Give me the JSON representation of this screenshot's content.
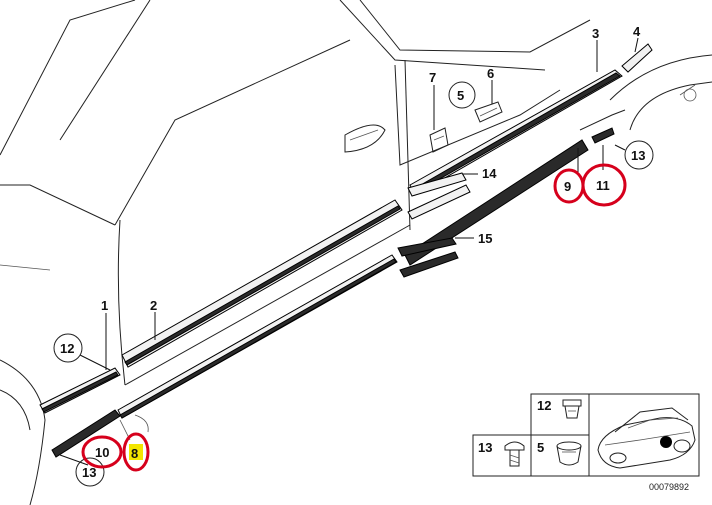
{
  "callouts": {
    "c1": "1",
    "c2": "2",
    "c3": "3",
    "c4": "4",
    "c5": "5",
    "c6": "6",
    "c7": "7",
    "c8": "8",
    "c9": "9",
    "c10": "10",
    "c11": "11",
    "c12": "12",
    "c13a": "13",
    "c13b": "13",
    "c14": "14",
    "c15": "15"
  },
  "legend": {
    "clip12": "12",
    "screw13": "13",
    "clip5": "5"
  },
  "part_number": "00079892",
  "colors": {
    "highlight": "#d6001c",
    "tag8": "#f3e600",
    "line": "#222222"
  }
}
